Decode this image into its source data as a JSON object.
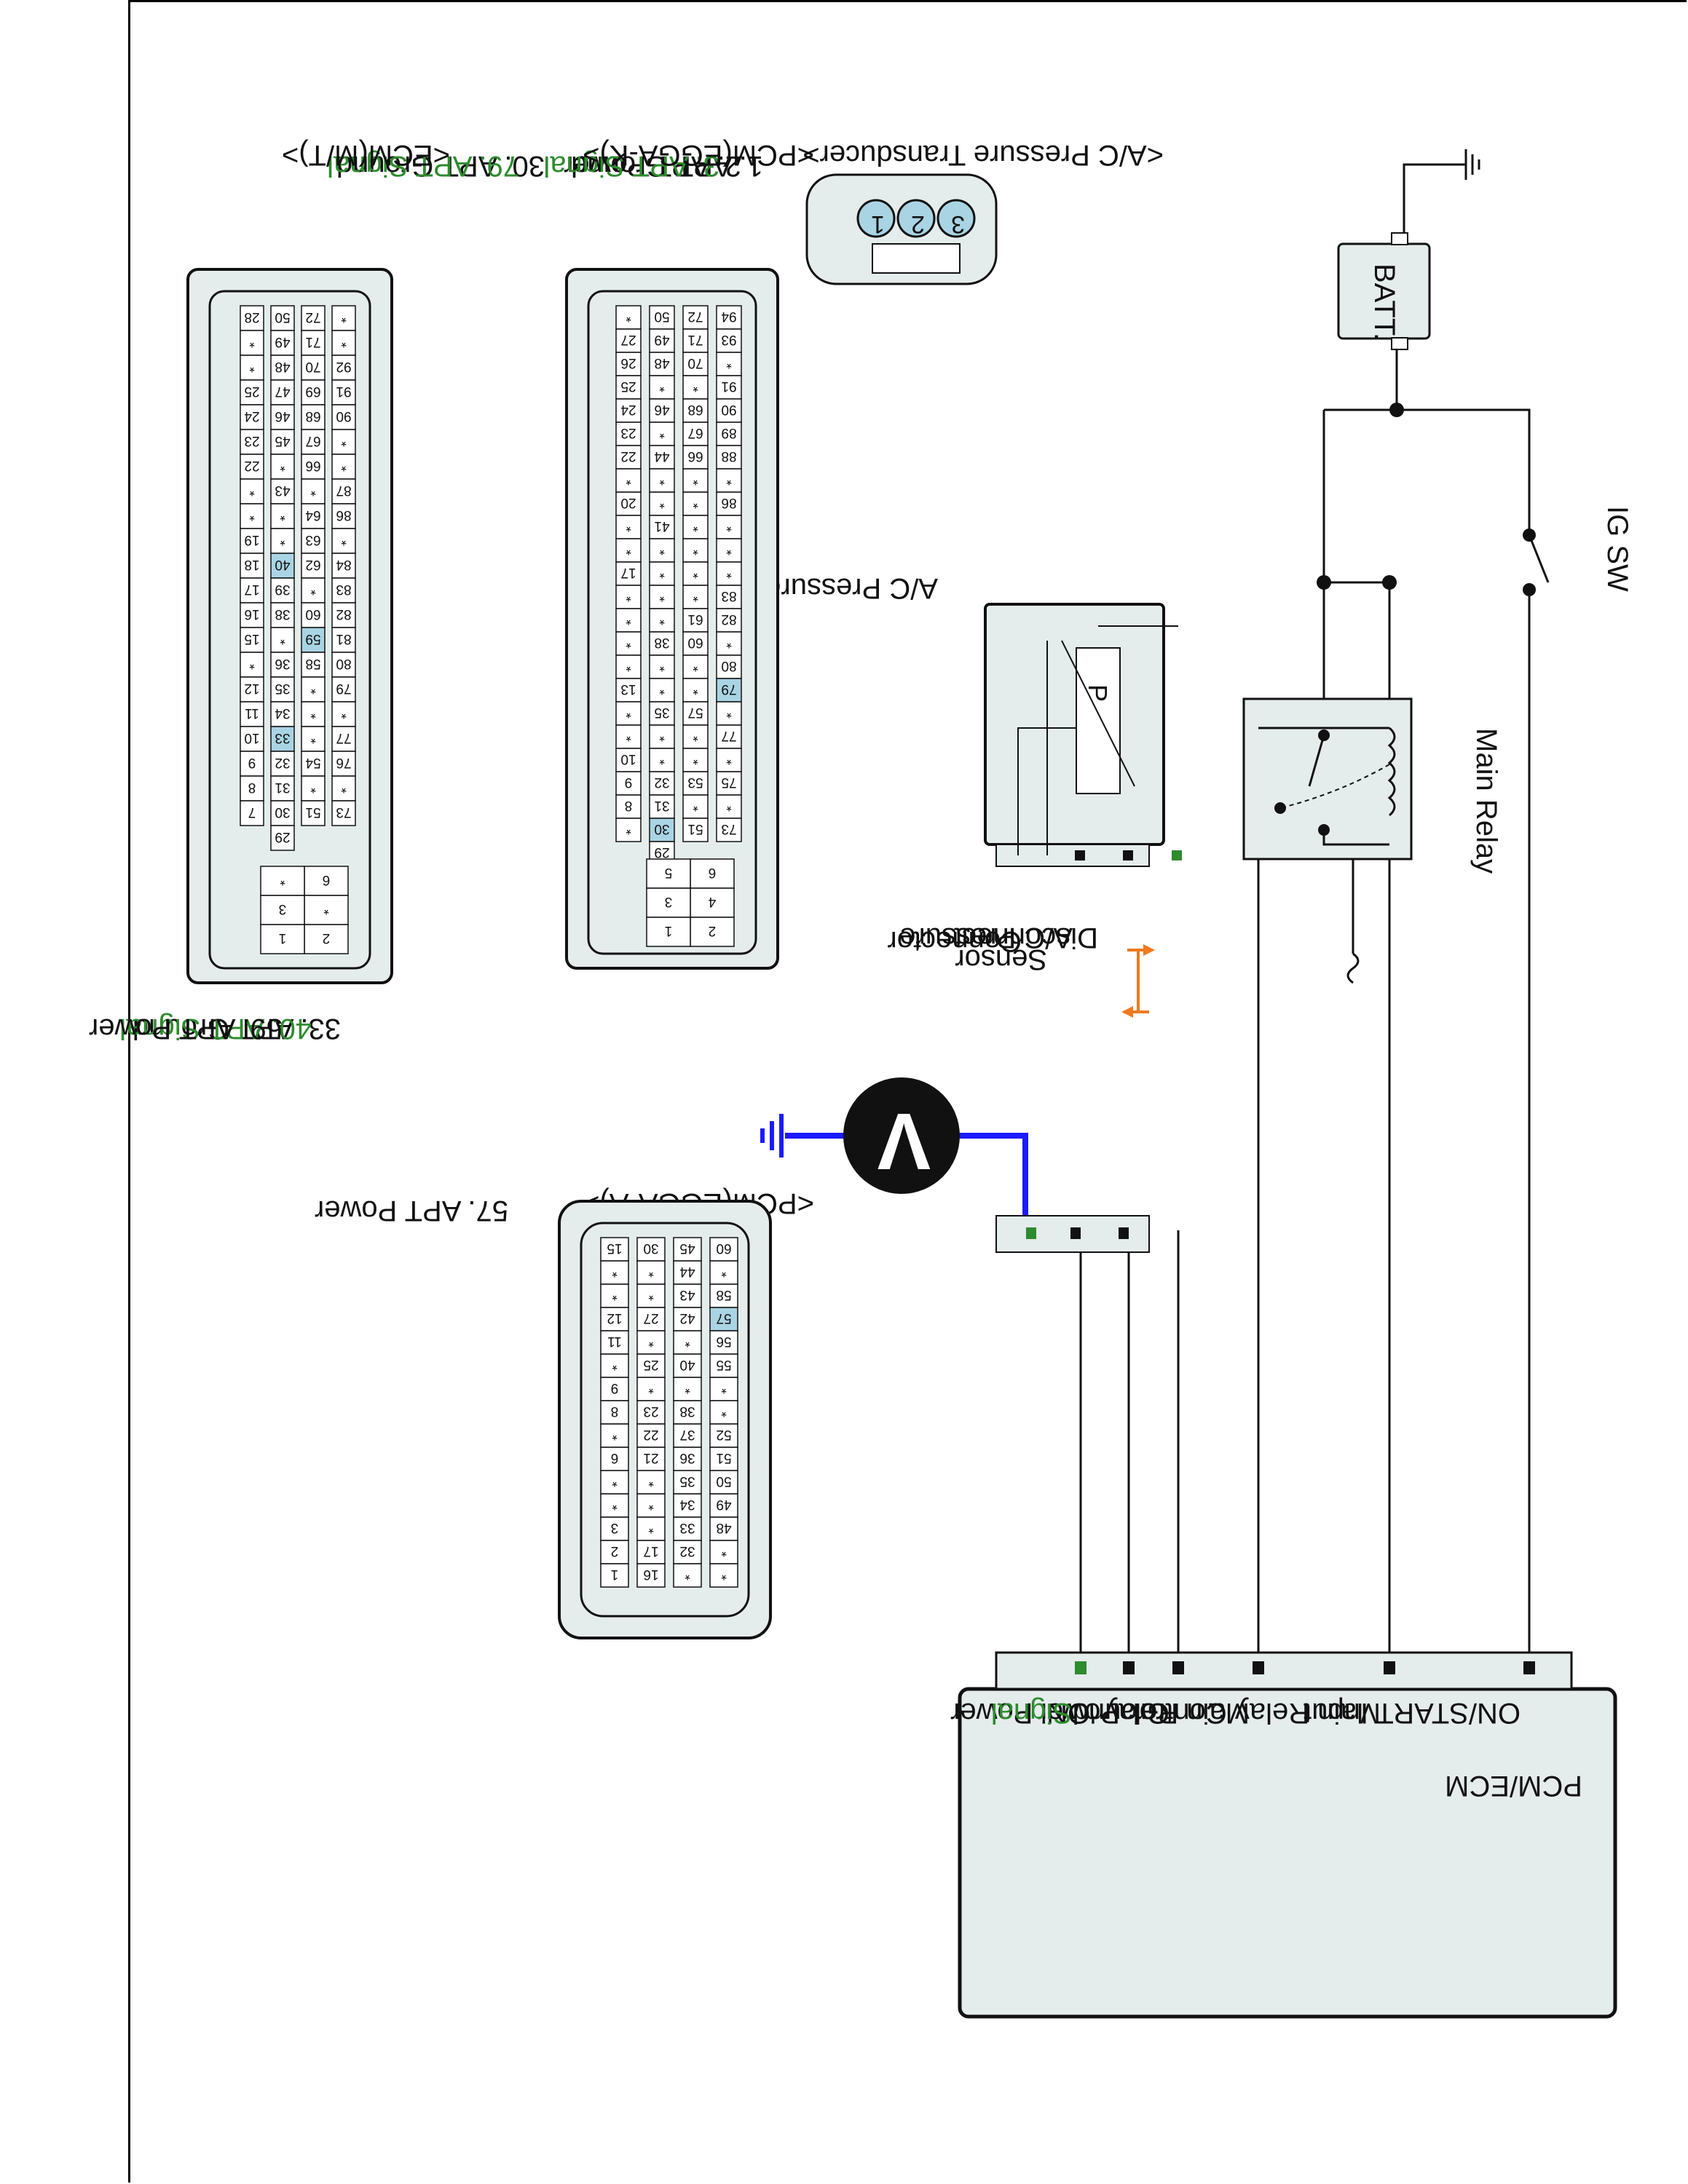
{
  "pcm_box": {
    "title": "PCM/ECM",
    "terminals": [
      "ON/START Input",
      "Main Relay Control",
      "Main Relay 'ON' Power",
      "Ground",
      "Power",
      "Signal"
    ]
  },
  "ig_sw": "IG SW",
  "battery": "BATT.",
  "main_relay": "Main Relay",
  "sensor": {
    "title": "A/C Pressure Sensor",
    "symbol": "P"
  },
  "disconnect_note": [
    "Disconnect",
    "A/C Pressure",
    "Sensor",
    "Connector"
  ],
  "voltmeter": "V",
  "transducer": {
    "title": "<A/C Pressure Transducer>",
    "pins": [
      "1. APT Ground",
      "2. APT Power",
      "3. APT Signal"
    ],
    "pin_numbers": [
      "3",
      "2",
      "1"
    ]
  },
  "pcm_k": {
    "title": "<PCM(EGGA-K)>",
    "highlight": [
      "79",
      "30"
    ],
    "rows": [
      [
        "94",
        "93",
        "*",
        "91",
        "90",
        "89",
        "88",
        "*",
        "86",
        "*",
        "*",
        "*",
        "83",
        "82",
        "*",
        "80",
        "79",
        "*",
        "77",
        "*",
        "75",
        "*",
        "73"
      ],
      [
        "72",
        "71",
        "70",
        "*",
        "68",
        "67",
        "66",
        "*",
        "*",
        "*",
        "*",
        "*",
        "*",
        "61",
        "60",
        "*",
        "*",
        "57",
        "*",
        "*",
        "53",
        "*",
        "51"
      ],
      [
        "50",
        "49",
        "48",
        "*",
        "46",
        "*",
        "44",
        "*",
        "*",
        "41",
        "*",
        "*",
        "*",
        "*",
        "38",
        "*",
        "*",
        "35",
        "*",
        "*",
        "32",
        "31",
        "30",
        "29"
      ],
      [
        "*",
        "27",
        "26",
        "25",
        "24",
        "23",
        "22",
        "*",
        "20",
        "*",
        "*",
        "17",
        "*",
        "*",
        "*",
        "*",
        "13",
        "*",
        "*",
        "10",
        "9",
        "8",
        "*"
      ]
    ],
    "block": [
      [
        "6",
        "5"
      ],
      [
        "4",
        "3"
      ],
      [
        "2",
        "1"
      ]
    ]
  },
  "pcm_k_notes": [
    "30. APT Ground",
    "79. APT Signal"
  ],
  "ecm_mt": {
    "title": "<ECM(M/T)>",
    "highlight": [
      "40",
      "59",
      "33"
    ],
    "rows": [
      [
        "*",
        "*",
        "92",
        "91",
        "90",
        "*",
        "*",
        "87",
        "86",
        "*",
        "84",
        "83",
        "82",
        "81",
        "80",
        "79",
        "*",
        "77",
        "76",
        "*",
        "73"
      ],
      [
        "72",
        "71",
        "70",
        "69",
        "68",
        "67",
        "66",
        "*",
        "64",
        "63",
        "62",
        "*",
        "60",
        "59",
        "58",
        "*",
        "*",
        "*",
        "54",
        "*",
        "51"
      ],
      [
        "50",
        "49",
        "48",
        "47",
        "46",
        "45",
        "*",
        "43",
        "*",
        "*",
        "40",
        "39",
        "38",
        "*",
        "36",
        "35",
        "34",
        "33",
        "32",
        "31",
        "30",
        "29"
      ],
      [
        "28",
        "*",
        "*",
        "25",
        "24",
        "23",
        "22",
        "*",
        "*",
        "19",
        "18",
        "17",
        "16",
        "15",
        "*",
        "12",
        "11",
        "10",
        "9",
        "8",
        "7"
      ]
    ],
    "block": [
      [
        "6",
        "*"
      ],
      [
        "*",
        "3"
      ],
      [
        "2",
        "1"
      ]
    ]
  },
  "ecm_notes": [
    "33. APT Ground",
    "40. APT Signal",
    "59. APT Power"
  ],
  "pcm_a": {
    "title": "<PCM(EGGA-A)>",
    "highlight": [
      "57"
    ],
    "rows": [
      [
        "60",
        "*",
        "58",
        "57",
        "56",
        "55",
        "*",
        "*",
        "52",
        "51",
        "50",
        "49",
        "48",
        "*",
        "*"
      ],
      [
        "45",
        "44",
        "43",
        "42",
        "*",
        "40",
        "*",
        "38",
        "37",
        "36",
        "35",
        "34",
        "33",
        "32",
        "*"
      ],
      [
        "30",
        "*",
        "*",
        "27",
        "*",
        "25",
        "*",
        "23",
        "22",
        "21",
        "*",
        "*",
        "*",
        "17",
        "16"
      ],
      [
        "15",
        "*",
        "*",
        "12",
        "11",
        "*",
        "9",
        "8",
        "*",
        "6",
        "*",
        "*",
        "3",
        "2",
        "1"
      ]
    ]
  },
  "pcm_a_notes": [
    "57. APT Power"
  ],
  "colors": {
    "signal_green": "#2e8b2e",
    "meter_lead": "#1a1aff",
    "highlight_pin": "#a9d4e4",
    "disconnect_arrow": "#ee7a20",
    "fill_gray": "#e5ecec"
  }
}
